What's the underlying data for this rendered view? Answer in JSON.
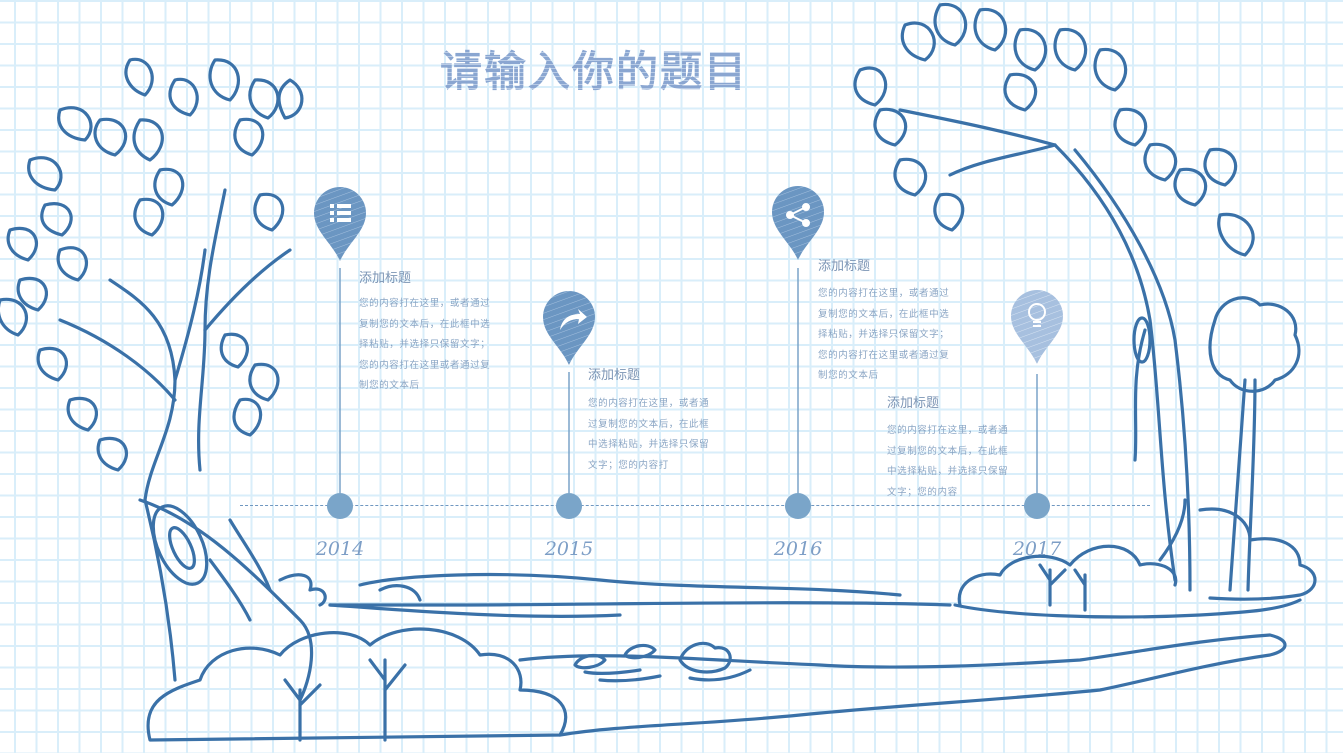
{
  "title": "请输入你的题目",
  "colors": {
    "grid_line": "#d9eefa",
    "ink": "#3a71a8",
    "pin": "#6d97c2",
    "pin_light": "#a9c2e0",
    "dot": "#7aa5c9",
    "title": "#8fa9d3",
    "text": "#8aa5c4"
  },
  "timeline": [
    {
      "year": "2014",
      "icon": "list-icon",
      "heading": "添加标题",
      "lines": [
        "您的内容打在这里，或者通过",
        "复制您的文本后，在此框中选",
        "择粘贴，并选择只保留文字；",
        "您的内容打在这里或者通过复",
        "制您的文本后"
      ]
    },
    {
      "year": "2015",
      "icon": "share-arrow-icon",
      "heading": "添加标题",
      "lines": [
        "您的内容打在这里，或者通",
        "过复制您的文本后，在此框",
        "中选择粘贴，并选择只保留",
        "文字；您的内容打"
      ]
    },
    {
      "year": "2016",
      "icon": "share-icon",
      "heading": "添加标题",
      "lines": [
        "您的内容打在这里，或者通过",
        "复制您的文本后，在此框中选",
        "择粘贴，并选择只保留文字；",
        "您的内容打在这里或者通过复",
        "制您的文本后"
      ]
    },
    {
      "year": "2017",
      "icon": "lightbulb-icon",
      "heading": "添加标题",
      "lines": [
        "您的内容打在这里，或者通",
        "过复制您的文本后，在此框",
        "中选择粘贴，并选择只保留",
        "文字；您的内容"
      ]
    }
  ]
}
